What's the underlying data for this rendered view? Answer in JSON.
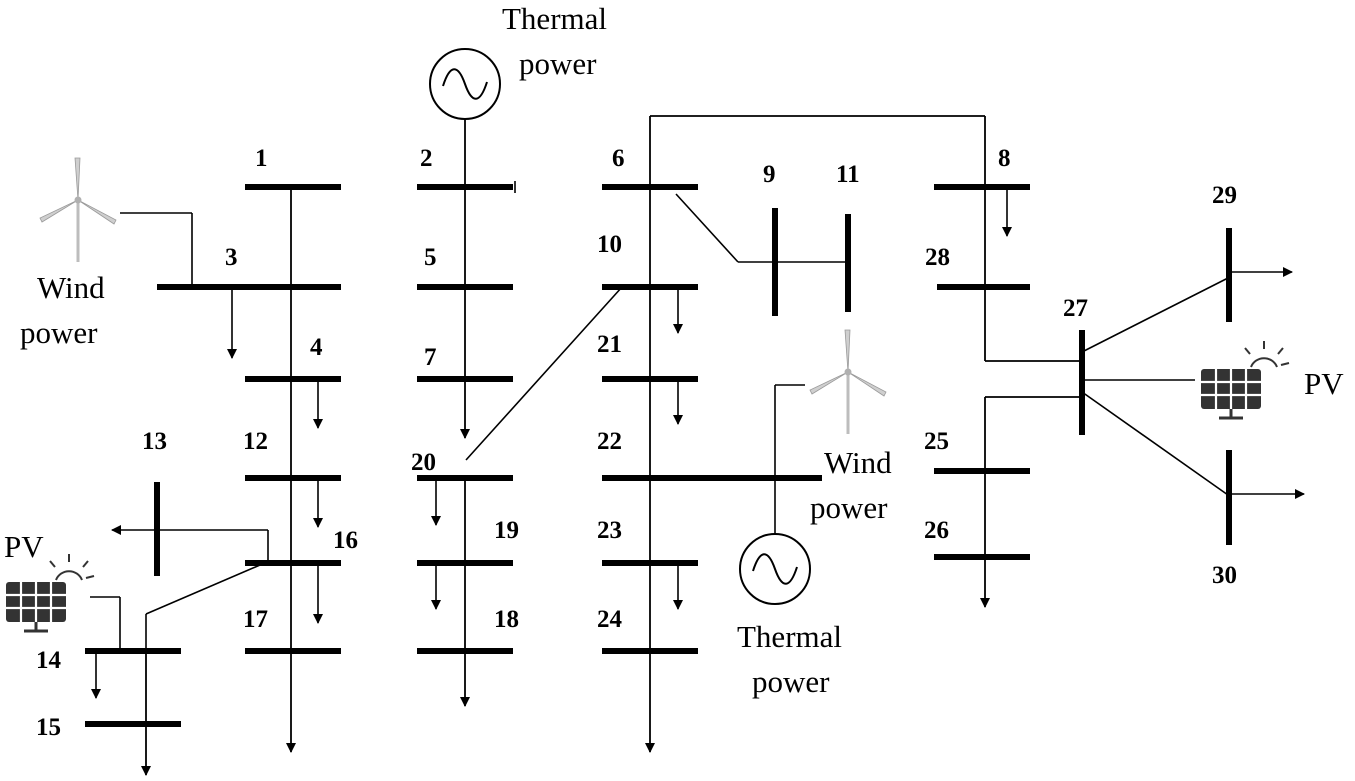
{
  "buses": {
    "b1": "1",
    "b2": "2",
    "b3": "3",
    "b4": "4",
    "b5": "5",
    "b6": "6",
    "b7": "7",
    "b8": "8",
    "b9": "9",
    "b10": "10",
    "b11": "11",
    "b12": "12",
    "b13": "13",
    "b14": "14",
    "b15": "15",
    "b16": "16",
    "b17": "17",
    "b18": "18",
    "b19": "19",
    "b20": "20",
    "b21": "21",
    "b22": "22",
    "b23": "23",
    "b24": "24",
    "b25": "25",
    "b26": "26",
    "b27": "27",
    "b28": "28",
    "b29": "29",
    "b30": "30"
  },
  "generators": {
    "thermal_top": {
      "line1": "Thermal",
      "line2": "power",
      "icon": "ac-generator-icon"
    },
    "thermal_bottom": {
      "line1": "Thermal",
      "line2": "power",
      "icon": "ac-generator-icon"
    },
    "wind_left": {
      "line1": "Wind",
      "line2": "power",
      "icon": "wind-turbine-icon"
    },
    "wind_right": {
      "line1": "Wind",
      "line2": "power",
      "icon": "wind-turbine-icon"
    },
    "pv_left": {
      "label": "PV",
      "icon": "solar-panel-icon"
    },
    "pv_right": {
      "label": "PV",
      "icon": "solar-panel-icon"
    }
  },
  "colors": {
    "line": "#000000",
    "turbine": "#c8c8c8",
    "panel": "#2e2e2e"
  }
}
